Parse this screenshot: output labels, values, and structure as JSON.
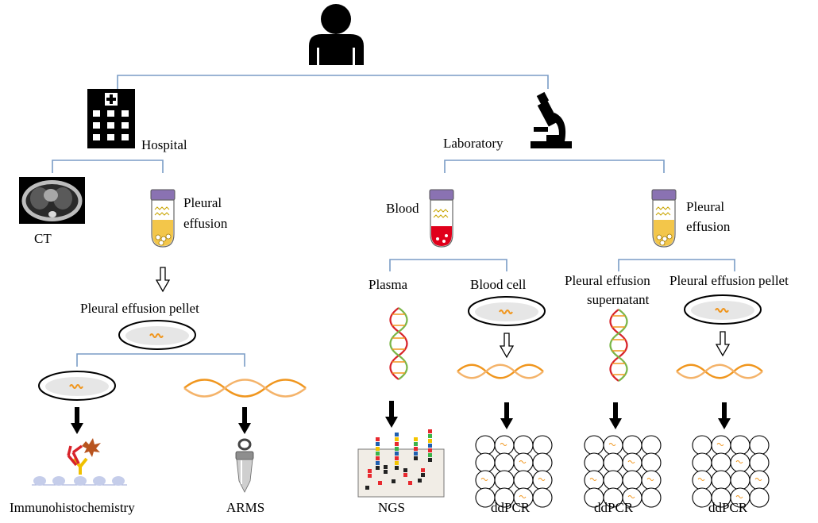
{
  "colors": {
    "connector": "#7a9cc6",
    "tube_cap": "#8a72b2",
    "effusion_fluid": "#f3c64a",
    "blood_fluid": "#e0001b",
    "dna_orange": "#f0961e",
    "dna_red": "#d8232a",
    "dna_green": "#7ab648"
  },
  "labels": {
    "hospital": "Hospital",
    "laboratory": "Laboratory",
    "ct": "CT",
    "pleural_effusion_line1": "Pleural",
    "pleural_effusion_line2": "effusion",
    "pleural_effusion_pellet": "Pleural effusion pellet",
    "blood": "Blood",
    "plasma": "Plasma",
    "blood_cell": "Blood  cell",
    "pe_supernatant_line1": "Pleural effusion",
    "pe_supernatant_line2": "supernatant",
    "lab_pe_pellet": "Pleural effusion pellet",
    "immunohistochemistry": "Immunohistochemistry",
    "arms": "ARMS",
    "ngs": "NGS",
    "ddpcr": "ddPCR"
  },
  "icons": [
    "person-icon",
    "hospital-building-icon",
    "microscope-icon",
    "ct-scan-icon",
    "test-tube-icon",
    "petri-dish-icon",
    "dna-helix-icon",
    "antibody-icon",
    "arms-probe-icon",
    "ngs-sequencing-icon",
    "droplet-grid-icon"
  ]
}
